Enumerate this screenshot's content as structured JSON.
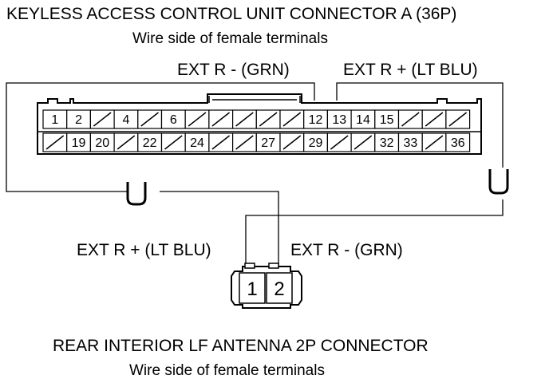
{
  "header": {
    "title": "KEYLESS ACCESS CONTROL UNIT CONNECTOR A (36P)",
    "subtitle": "Wire side of female terminals"
  },
  "wire_labels": {
    "ext_r_minus_top": "EXT R -  (GRN)",
    "ext_r_plus_top": "EXT R +  (LT BLU)",
    "ext_r_plus_bottom": "EXT R +  (LT BLU)",
    "ext_r_minus_bottom": "EXT R -  (GRN)"
  },
  "connector_a": {
    "top_row": [
      "1",
      "2",
      "/",
      "4",
      "/",
      "6",
      "/",
      "/",
      "/",
      "/",
      "/",
      "12",
      "13",
      "14",
      "15",
      "/",
      "/",
      "/"
    ],
    "bottom_row": [
      "/",
      "19",
      "20",
      "/",
      "22",
      "/",
      "24",
      "/",
      "/",
      "27",
      "/",
      "29",
      "/",
      "/",
      "32",
      "33",
      "/",
      "36"
    ]
  },
  "antenna_connector": {
    "pins": [
      "1",
      "2"
    ]
  },
  "footer": {
    "title": "REAR INTERIOR LF ANTENNA 2P CONNECTOR",
    "subtitle": "Wire side of female terminals"
  }
}
